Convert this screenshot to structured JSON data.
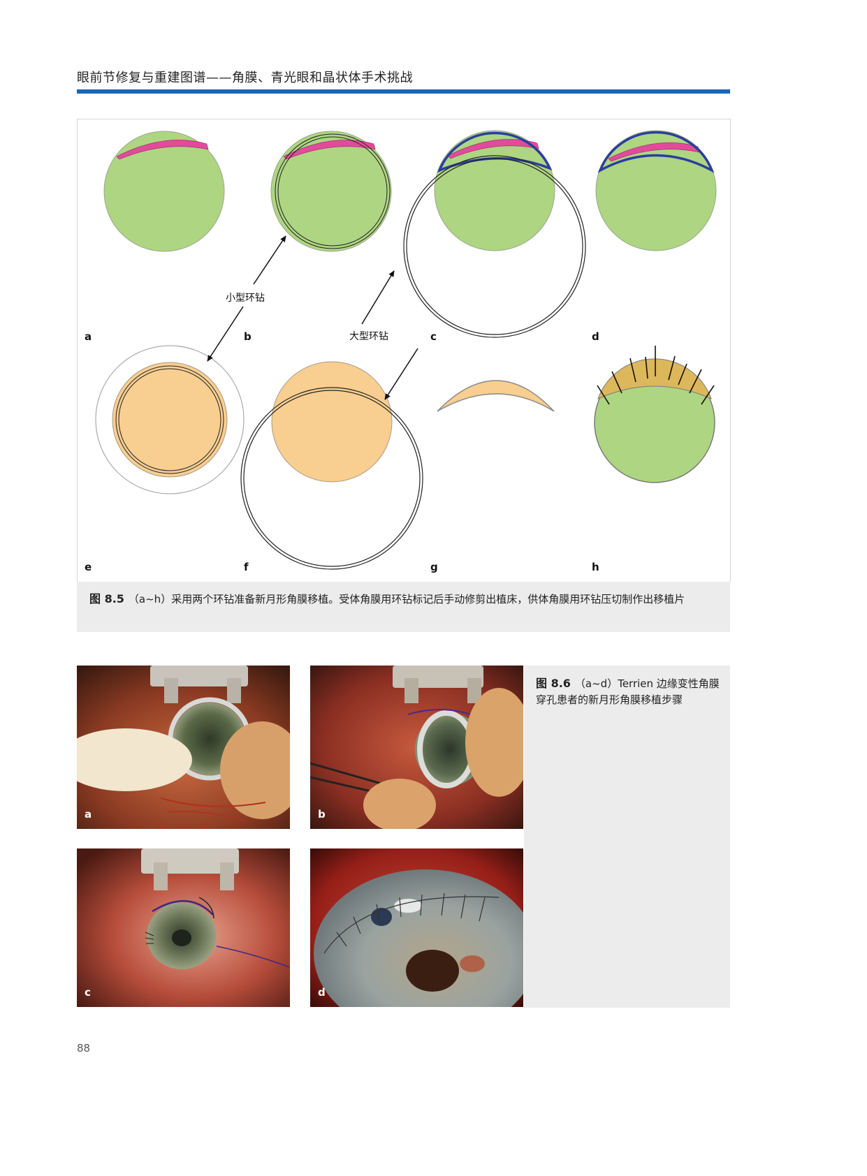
{
  "running_head": "眼前节修复与重建图谱——角膜、青光眼和晶状体手术挑战",
  "figure_8_5": {
    "panel_letters": [
      "a",
      "b",
      "c",
      "d",
      "e",
      "f",
      "g",
      "h"
    ],
    "annotations": {
      "small_trephine": "小型环钻",
      "large_trephine": "大型环钻"
    },
    "caption_number": "图 8.5",
    "caption_text": "（a~h）采用两个环钻准备新月形角膜移植。受体角膜用环钻标记后手动修剪出植床，供体角膜用环钻压切制作出移植片",
    "colors": {
      "recipient_cornea": "#aed582",
      "lesion": "#e04c9b",
      "donor_cornea": "#f8ce91",
      "crescent_outline": "#2a3f9c",
      "graft_sutured": "#ddb75b"
    }
  },
  "figure_8_6": {
    "caption_number": "图 8.6",
    "caption_text": "（a~d）Terrien 边缘变性角膜穿孔患者的新月形角膜移植步骤",
    "photo_letters": [
      "a",
      "b",
      "c",
      "d"
    ]
  },
  "page_number": "88",
  "accent_color": "#1b64b8"
}
